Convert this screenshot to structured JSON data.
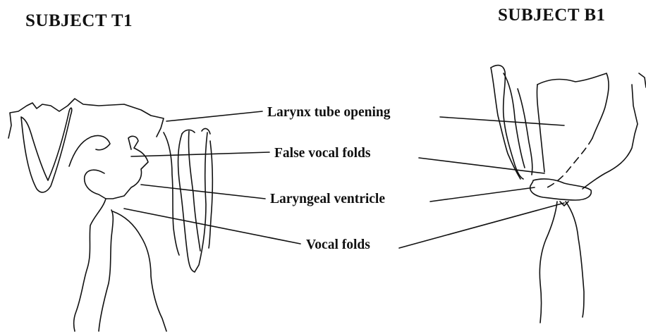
{
  "figure": {
    "subjects": [
      {
        "id": "t1",
        "title": "SUBJECT T1"
      },
      {
        "id": "b1",
        "title": "SUBJECT B1"
      }
    ],
    "labels": [
      {
        "id": "larynx-tube-opening",
        "text": "Larynx tube opening"
      },
      {
        "id": "false-vocal-folds",
        "text": "False vocal folds"
      },
      {
        "id": "laryngeal-ventricle",
        "text": "Laryngeal ventricle"
      },
      {
        "id": "vocal-folds",
        "text": "Vocal folds"
      }
    ]
  }
}
